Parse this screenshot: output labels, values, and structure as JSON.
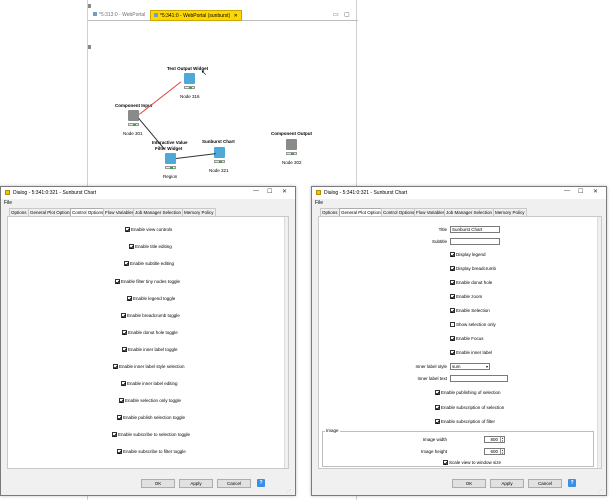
{
  "editor": {
    "tabs": [
      {
        "label": "*5:313:0 - WebPortal",
        "active": false
      },
      {
        "label": "*5:341:0 - WebPortal (sunburst)",
        "active": true
      }
    ],
    "nodes": {
      "text_output": {
        "label": "Text Output Widget",
        "name": "Node 316",
        "color": "#4fa9d8"
      },
      "component_input": {
        "label": "Component Input",
        "name": "Node 301",
        "color": "#8a8a8a"
      },
      "interactive_filter": {
        "label_line1": "Interactive Value",
        "label_line2": "Filter Widget",
        "name": "Region",
        "color": "#4fa9d8"
      },
      "sunburst": {
        "label": "Sunburst Chart",
        "name": "Node 321",
        "color": "#4fa9d8"
      },
      "component_output": {
        "label": "Component Output",
        "name": "Node 302",
        "color": "#8a8a8a"
      }
    }
  },
  "dialog_left": {
    "title": "Dialog - 5:341:0:321 - Sunburst Chart",
    "menu": "File",
    "tabs": [
      "Options",
      "General Plot Options",
      "Control Options",
      "Flow Variables",
      "Job Manager Selection",
      "Memory Policy"
    ],
    "selected_tab": "Control Options",
    "checkboxes": [
      "Enable view controls",
      "Enable title editing",
      "Enable subtitle editing",
      "Enable filter tiny nodes toggle",
      "Enable legend toggle",
      "Enable breadcrumb toggle",
      "Enable donut hole toggle",
      "Enable inner label toggle",
      "Enable inner label style selection",
      "Enable inner label editing",
      "Enable selection only toggle",
      "Enable publish selection toggle",
      "Enable subscribe to selection toggle",
      "Enable subscribe to filter toggle"
    ],
    "buttons": {
      "ok": "OK",
      "apply": "Apply",
      "cancel": "Cancel",
      "help": "?"
    }
  },
  "dialog_right": {
    "title": "Dialog - 5:341:0:321 - Sunburst Chart",
    "menu": "File",
    "tabs": [
      "Options",
      "General Plot Options",
      "Control Options",
      "Flow Variables",
      "Job Manager Selection",
      "Memory Policy"
    ],
    "selected_tab": "General Plot Options",
    "title_label": "Title",
    "title_value": "Sunburst Chart",
    "subtitle_label": "Subtitle",
    "subtitle_value": "",
    "checkboxes_top": [
      {
        "label": "Display legend",
        "checked": true
      },
      {
        "label": "Display breadcrumb",
        "checked": true
      },
      {
        "label": "Enable donut hole",
        "checked": true
      },
      {
        "label": "Enable zoom",
        "checked": true
      },
      {
        "label": "Enable Selection",
        "checked": true
      },
      {
        "label": "Show selection only",
        "checked": false
      },
      {
        "label": "Enable Focus",
        "checked": true
      },
      {
        "label": "Enable inner label",
        "checked": true
      }
    ],
    "inner_label_style_label": "Inner label style",
    "inner_label_style_value": "sum",
    "inner_label_text_label": "Inner label text",
    "inner_label_text_value": "",
    "checkboxes_bottom": [
      {
        "label": "Enable publishing of selection",
        "checked": true
      },
      {
        "label": "Enable subscription of selection",
        "checked": true
      },
      {
        "label": "Enable subscription of filter",
        "checked": true
      }
    ],
    "image_group": "Image",
    "image_width_label": "Image width",
    "image_width_value": "800",
    "image_height_label": "Image height",
    "image_height_value": "600",
    "scale_label": "Scale view to window size",
    "buttons": {
      "ok": "OK",
      "apply": "Apply",
      "cancel": "Cancel",
      "help": "?"
    }
  }
}
